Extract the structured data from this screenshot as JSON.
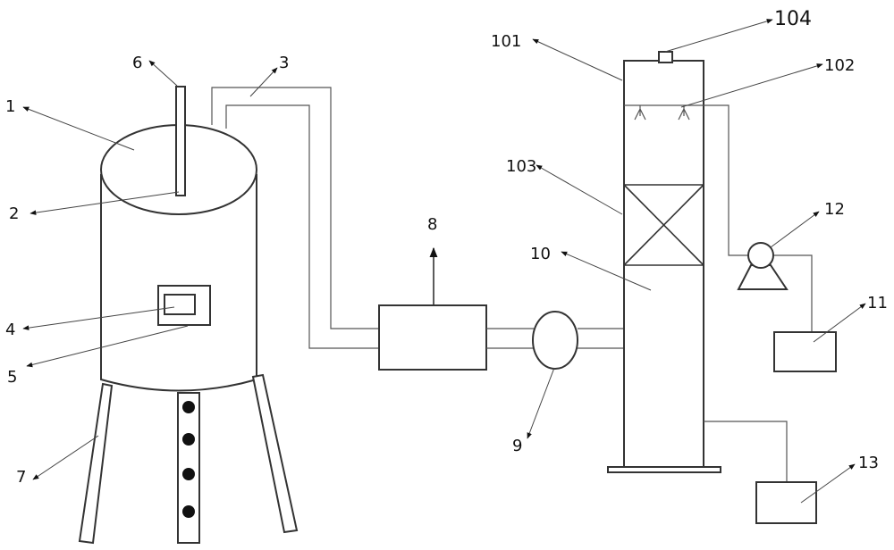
{
  "labels": {
    "l1": "1",
    "l2": "2",
    "l3": "3",
    "l4": "4",
    "l5": "5",
    "l6": "6",
    "l7": "7",
    "l8": "8",
    "l9": "9",
    "l10": "10",
    "l11": "11",
    "l12": "12",
    "l13": "13",
    "l101": "101",
    "l102": "102",
    "l103": "103",
    "l104": "104"
  }
}
